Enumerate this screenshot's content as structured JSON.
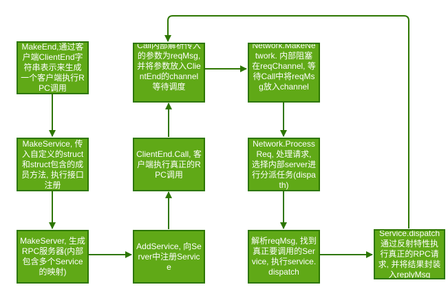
{
  "diagram": {
    "title": "",
    "colors": {
      "node_fill": "#60a917",
      "node_border": "#2d7600",
      "edge": "#2d7600",
      "text": "#ffffff"
    },
    "nodes": [
      {
        "id": "make-end",
        "label": "MakeEnd,通过客户端ClientEnd字符串表示来生成一个客户端执行RPC调用"
      },
      {
        "id": "make-service",
        "label": "MakeService, 传入自定义的struct和struct包含的成员方法, 执行接口注册"
      },
      {
        "id": "make-server",
        "label": "MakeServer, 生成RPC服务器(内部包含多个Service的映射)"
      },
      {
        "id": "add-service",
        "label": "AddService, 向Server中注册Service"
      },
      {
        "id": "client-end-call",
        "label": "ClientEnd.Call, 客户端执行真正的RPC调用"
      },
      {
        "id": "call-internal",
        "label": "Call内部解析传入的参数为reqMsg, 并将参数放入ClientEnd的channel等待调度"
      },
      {
        "id": "make-network",
        "label": "Network.MakeNetwork. 内部阻塞在reqChannel, 等待Call中将reqMsg放入channel"
      },
      {
        "id": "process-req",
        "label": "Network.ProcessReq, 处理请求, 选择内部server进行分派任务(dispath)"
      },
      {
        "id": "parse-reqmsg",
        "label": "解析reqMsg, 找到真正要调用的Service, 执行service.dispatch"
      },
      {
        "id": "service-dispatch",
        "label": "Service.dispatch通过反射特性执行真正的RPC请求, 并将结果封装入replyMsg"
      }
    ],
    "edges": [
      {
        "from": "make-end",
        "to": "make-service"
      },
      {
        "from": "make-service",
        "to": "make-server"
      },
      {
        "from": "make-server",
        "to": "add-service"
      },
      {
        "from": "add-service",
        "to": "client-end-call"
      },
      {
        "from": "client-end-call",
        "to": "call-internal"
      },
      {
        "from": "call-internal",
        "to": "make-network"
      },
      {
        "from": "make-network",
        "to": "process-req"
      },
      {
        "from": "process-req",
        "to": "parse-reqmsg"
      },
      {
        "from": "parse-reqmsg",
        "to": "service-dispatch"
      },
      {
        "from": "service-dispatch",
        "to": "call-internal"
      }
    ]
  }
}
